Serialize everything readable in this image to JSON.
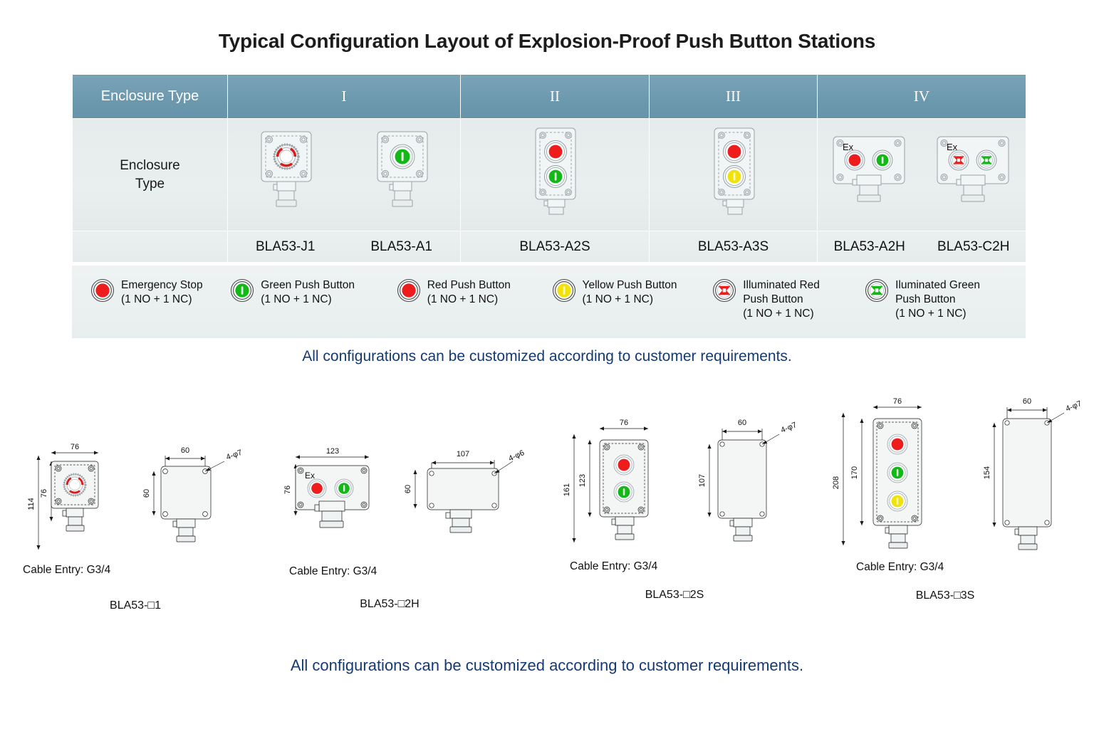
{
  "title": "Typical Configuration Layout of Explosion-Proof Push Button Stations",
  "colors": {
    "header_blue": "#6d99af",
    "note_navy": "#153a72",
    "red": "#ee1c1c",
    "green": "#12b815",
    "yellow": "#f2e20c"
  },
  "table": {
    "header": {
      "first": "Enclosure Type",
      "types": [
        "I",
        "II",
        "III",
        "IV"
      ]
    },
    "row_label": "Enclosure\nType",
    "row_label_line1": "Enclosure",
    "row_label_line2": "Type",
    "columns": [
      {
        "type": "I",
        "models": [
          "BLA53-J1",
          "BLA53-A1"
        ],
        "units": [
          {
            "shape": "square",
            "buttons": [
              "emergency-stop"
            ],
            "ex_label": ""
          },
          {
            "shape": "square",
            "buttons": [
              "green"
            ],
            "ex_label": ""
          }
        ]
      },
      {
        "type": "II",
        "models": [
          "BLA53-A2S"
        ],
        "units": [
          {
            "shape": "vertical2",
            "buttons": [
              "red",
              "green"
            ],
            "ex_label": ""
          }
        ]
      },
      {
        "type": "III",
        "models": [
          "BLA53-A3S"
        ],
        "units": [
          {
            "shape": "vertical2",
            "buttons": [
              "red",
              "yellow"
            ],
            "ex_label": ""
          }
        ]
      },
      {
        "type": "IV",
        "models": [
          "BLA53-A2H",
          "BLA53-C2H"
        ],
        "units": [
          {
            "shape": "horizontal2",
            "buttons": [
              "red",
              "green"
            ],
            "ex_label": "Ex"
          },
          {
            "shape": "horizontal2",
            "buttons": [
              "illum-red",
              "illum-green"
            ],
            "ex_label": "Ex"
          }
        ]
      }
    ]
  },
  "legend": [
    {
      "icon": "emergency-stop-icon",
      "line1": "Emergency Stop",
      "line2": "(1 NO + 1 NC)",
      "line3": ""
    },
    {
      "icon": "green-push-button-icon",
      "line1": "Green Push Button",
      "line2": "(1 NO + 1 NC)",
      "line3": ""
    },
    {
      "icon": "red-push-button-icon",
      "line1": "Red Push Button",
      "line2": "(1 NO + 1 NC)",
      "line3": ""
    },
    {
      "icon": "yellow-push-button-icon",
      "line1": "Yellow Push Button",
      "line2": "(1 NO + 1 NC)",
      "line3": ""
    },
    {
      "icon": "illuminated-red-push-button-icon",
      "line1": "Illuminated Red",
      "line2": "Push Button",
      "line3": "(1 NO + 1 NC)"
    },
    {
      "icon": "illuminated-green-push-button-icon",
      "line1": "Iluminated Green",
      "line2": "Push Button",
      "line3": "(1 NO + 1 NC)"
    }
  ],
  "notes": {
    "note1": "All configurations can be customized according to customer requirements.",
    "note2": "All configurations can be customized according to customer requirements."
  },
  "drawings": [
    {
      "model": "BLA53-□1",
      "cable_entry": "Cable Entry: G3/4",
      "front": {
        "width": "76",
        "height": "76",
        "overall_height": "114",
        "buttons": [
          "emergency-stop"
        ],
        "ex_label": ""
      },
      "rear": {
        "width": "60",
        "height": "60",
        "hole_callout": "4-φ7"
      }
    },
    {
      "model": "BLA53-□2H",
      "cable_entry": "Cable Entry: G3/4",
      "front": {
        "width": "123",
        "height": "76",
        "overall_height": "",
        "buttons": [
          "red",
          "green"
        ],
        "ex_label": "Ex"
      },
      "rear": {
        "width": "107",
        "height": "60",
        "hole_callout": "4-φ6"
      }
    },
    {
      "model": "BLA53-□2S",
      "cable_entry": "Cable Entry: G3/4",
      "front": {
        "width": "76",
        "height": "123",
        "overall_height": "161",
        "buttons": [
          "red",
          "green"
        ],
        "ex_label": ""
      },
      "rear": {
        "width": "60",
        "height": "107",
        "hole_callout": "4-φ7"
      }
    },
    {
      "model": "BLA53-□3S",
      "cable_entry": "Cable Entry: G3/4",
      "front": {
        "width": "76",
        "height": "170",
        "overall_height": "208",
        "buttons": [
          "red",
          "green",
          "yellow"
        ],
        "ex_label": ""
      },
      "rear": {
        "width": "60",
        "height": "154",
        "hole_callout": "4-φ7"
      }
    }
  ]
}
